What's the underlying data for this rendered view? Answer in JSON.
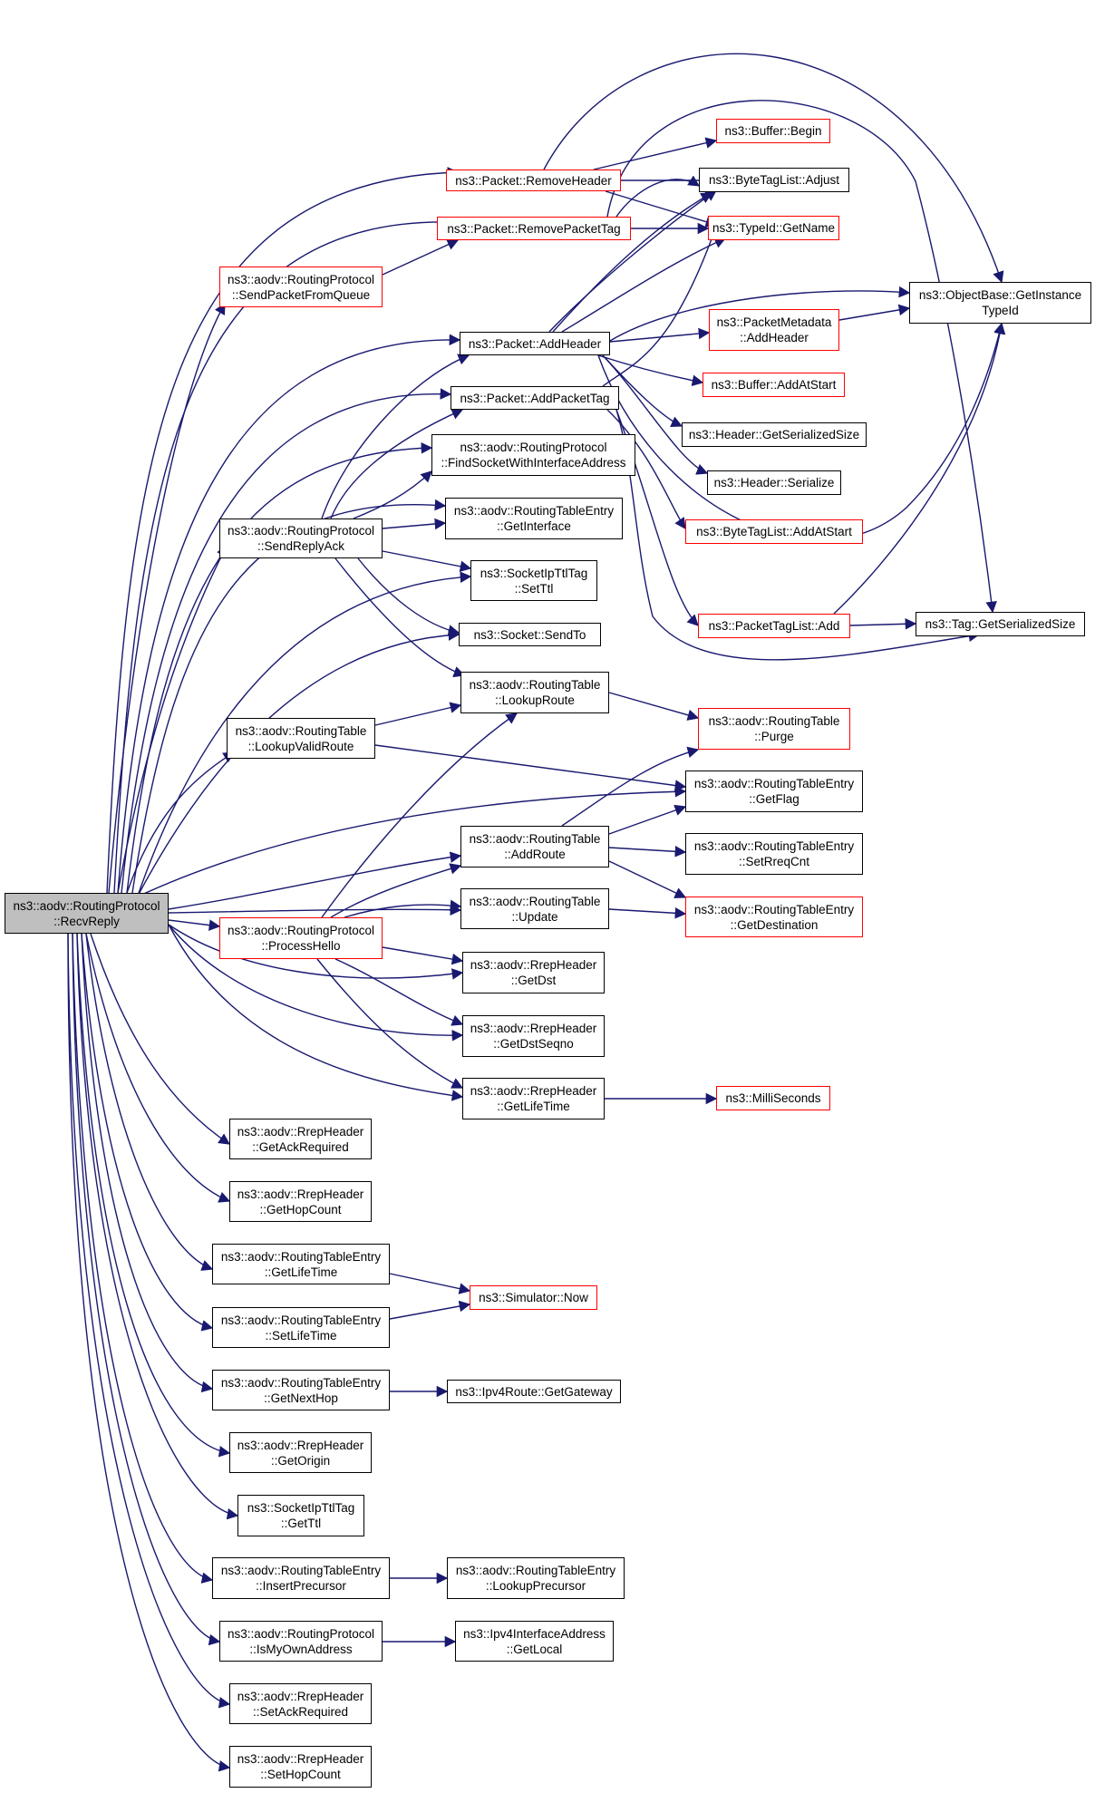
{
  "colors": {
    "edge": "#191970",
    "box_border": "#000000",
    "box_border_missing_doc": "#ff0000",
    "root_fill": "#bfbfbf"
  },
  "root": {
    "line1": "ns3::aodv::RoutingProtocol",
    "line2": "::RecvReply"
  },
  "n_rmh": {
    "line1": "ns3::Packet::RemoveHeader",
    "line2": ""
  },
  "n_rmpt": {
    "line1": "ns3::Packet::RemovePacketTag",
    "line2": ""
  },
  "n_spfq": {
    "line1": "ns3::aodv::RoutingProtocol",
    "line2": "::SendPacketFromQueue"
  },
  "n_ah": {
    "line1": "ns3::Packet::AddHeader",
    "line2": ""
  },
  "n_apt": {
    "line1": "ns3::Packet::AddPacketTag",
    "line2": ""
  },
  "n_fswia": {
    "line1": "ns3::aodv::RoutingProtocol",
    "line2": "::FindSocketWithInterfaceAddress"
  },
  "n_gi": {
    "line1": "ns3::aodv::RoutingTableEntry",
    "line2": "::GetInterface"
  },
  "n_sra": {
    "line1": "ns3::aodv::RoutingProtocol",
    "line2": "::SendReplyAck"
  },
  "n_sttl": {
    "line1": "ns3::SocketIpTtlTag",
    "line2": "::SetTtl"
  },
  "n_sendto": {
    "line1": "ns3::Socket::SendTo",
    "line2": ""
  },
  "n_lr": {
    "line1": "ns3::aodv::RoutingTable",
    "line2": "::LookupRoute"
  },
  "n_lvr": {
    "line1": "ns3::aodv::RoutingTable",
    "line2": "::LookupValidRoute"
  },
  "n_addr": {
    "line1": "ns3::aodv::RoutingTable",
    "line2": "::AddRoute"
  },
  "n_upd": {
    "line1": "ns3::aodv::RoutingTable",
    "line2": "::Update"
  },
  "n_ph": {
    "line1": "ns3::aodv::RoutingProtocol",
    "line2": "::ProcessHello"
  },
  "n_gdst": {
    "line1": "ns3::aodv::RrepHeader",
    "line2": "::GetDst"
  },
  "n_gdsq": {
    "line1": "ns3::aodv::RrepHeader",
    "line2": "::GetDstSeqno"
  },
  "n_glt": {
    "line1": "ns3::aodv::RrepHeader",
    "line2": "::GetLifeTime"
  },
  "n_gar": {
    "line1": "ns3::aodv::RrepHeader",
    "line2": "::GetAckRequired"
  },
  "n_ghc": {
    "line1": "ns3::aodv::RrepHeader",
    "line2": "::GetHopCount"
  },
  "n_rteglt": {
    "line1": "ns3::aodv::RoutingTableEntry",
    "line2": "::GetLifeTime"
  },
  "n_rteslt": {
    "line1": "ns3::aodv::RoutingTableEntry",
    "line2": "::SetLifeTime"
  },
  "n_gnh": {
    "line1": "ns3::aodv::RoutingTableEntry",
    "line2": "::GetNextHop"
  },
  "n_gorig": {
    "line1": "ns3::aodv::RrepHeader",
    "line2": "::GetOrigin"
  },
  "n_gttl": {
    "line1": "ns3::SocketIpTtlTag",
    "line2": "::GetTtl"
  },
  "n_ip": {
    "line1": "ns3::aodv::RoutingTableEntry",
    "line2": "::InsertPrecursor"
  },
  "n_imoa": {
    "line1": "ns3::aodv::RoutingProtocol",
    "line2": "::IsMyOwnAddress"
  },
  "n_sar": {
    "line1": "ns3::aodv::RrepHeader",
    "line2": "::SetAckRequired"
  },
  "n_shc": {
    "line1": "ns3::aodv::RrepHeader",
    "line2": "::SetHopCount"
  },
  "n_now": {
    "line1": "ns3::Simulator::Now",
    "line2": ""
  },
  "n_gw": {
    "line1": "ns3::Ipv4Route::GetGateway",
    "line2": ""
  },
  "n_lp": {
    "line1": "ns3::aodv::RoutingTableEntry",
    "line2": "::LookupPrecursor"
  },
  "n_gl": {
    "line1": "ns3::Ipv4InterfaceAddress",
    "line2": "::GetLocal"
  },
  "n_bb": {
    "line1": "ns3::Buffer::Begin",
    "line2": ""
  },
  "n_btla": {
    "line1": "ns3::ByteTagList::Adjust",
    "line2": ""
  },
  "n_tgn": {
    "line1": "ns3::TypeId::GetName",
    "line2": ""
  },
  "n_pmah": {
    "line1": "ns3::PacketMetadata",
    "line2": "::AddHeader"
  },
  "n_baas": {
    "line1": "ns3::Buffer::AddAtStart",
    "line2": ""
  },
  "n_hgss": {
    "line1": "ns3::Header::GetSerializedSize",
    "line2": ""
  },
  "n_hs": {
    "line1": "ns3::Header::Serialize",
    "line2": ""
  },
  "n_btlaas": {
    "line1": "ns3::ByteTagList::AddAtStart",
    "line2": ""
  },
  "n_ptla": {
    "line1": "ns3::PacketTagList::Add",
    "line2": ""
  },
  "n_purge": {
    "line1": "ns3::aodv::RoutingTable",
    "line2": "::Purge"
  },
  "n_gf": {
    "line1": "ns3::aodv::RoutingTableEntry",
    "line2": "::GetFlag"
  },
  "n_src": {
    "line1": "ns3::aodv::RoutingTableEntry",
    "line2": "::SetRreqCnt"
  },
  "n_gd": {
    "line1": "ns3::aodv::RoutingTableEntry",
    "line2": "::GetDestination"
  },
  "n_ms": {
    "line1": "ns3::MilliSeconds",
    "line2": ""
  },
  "n_obgit": {
    "line1": "ns3::ObjectBase::GetInstance",
    "line2": "TypeId"
  },
  "n_tgss": {
    "line1": "ns3::Tag::GetSerializedSize",
    "line2": ""
  }
}
